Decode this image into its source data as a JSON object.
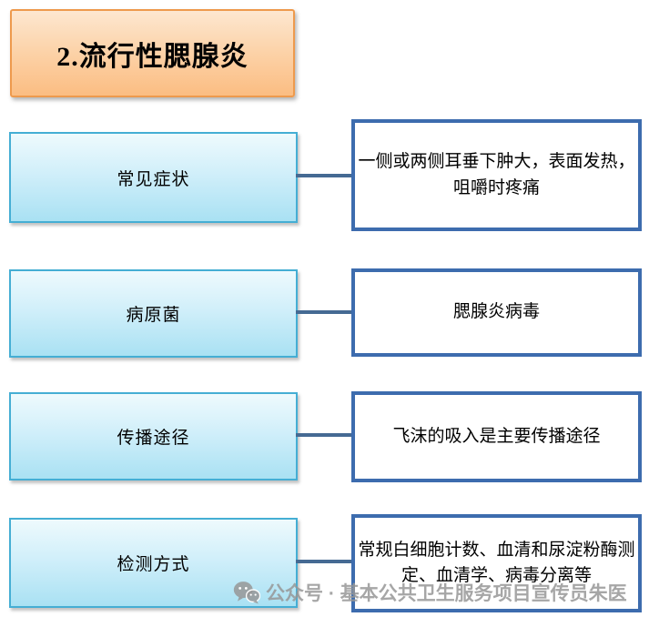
{
  "title": "2.流行性腮腺炎",
  "rows": [
    {
      "label": "常见症状",
      "description": "一侧或两侧耳垂下肿大，表面发热，咀嚼时疼痛"
    },
    {
      "label": "病原菌",
      "description": "腮腺炎病毒"
    },
    {
      "label": "传播途径",
      "description": "飞沫的吸入是主要传播途径"
    },
    {
      "label": "检测方式",
      "description": "常规白细胞计数、血清和尿淀粉酶测定、血清学、病毒分离等"
    }
  ],
  "watermark": {
    "icon": "wechat-icon",
    "text": "公众号 · 基本公共卫生服务项目宣传员朱医"
  },
  "colors": {
    "title_border": "#ee9a4d",
    "title_fill_top": "#fde7d0",
    "title_fill_bottom": "#fbbd82",
    "label_border": "#45aed4",
    "label_fill_top": "#eefafd",
    "label_fill_bottom": "#a9e1f3",
    "desc_border": "#3d6cae",
    "connector": "#456a93",
    "watermark_gray": "#969696"
  }
}
